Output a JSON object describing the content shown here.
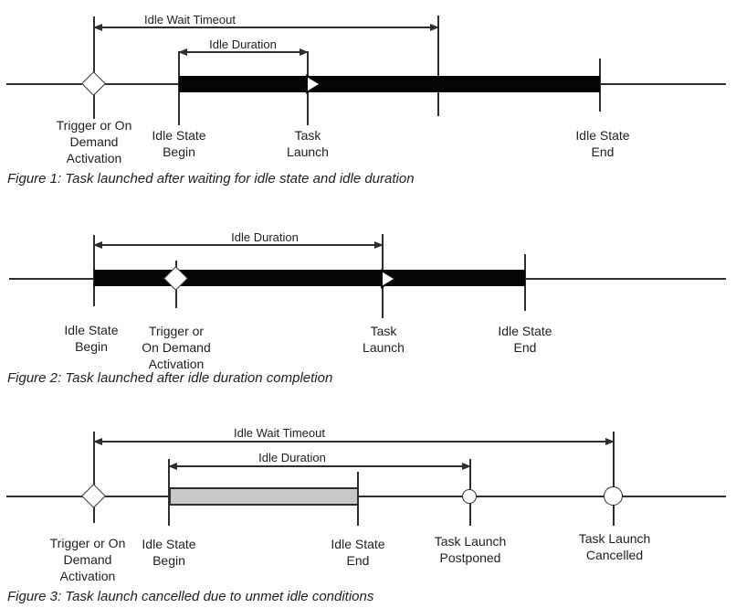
{
  "figures": [
    {
      "caption": "Figure 1: Task launched after waiting for idle state and idle duration",
      "span_labels": {
        "idle_wait_timeout": "Idle Wait Timeout",
        "idle_duration": "Idle Duration"
      },
      "node_labels": {
        "trigger": "Trigger or On\nDemand\nActivation",
        "idle_state_begin": "Idle State\nBegin",
        "task_launch": "Task\nLaunch",
        "idle_state_end": "Idle State\nEnd"
      }
    },
    {
      "caption": "Figure 2: Task launched after idle duration completion",
      "span_labels": {
        "idle_duration": "Idle Duration"
      },
      "node_labels": {
        "idle_state_begin": "Idle State\nBegin",
        "trigger": "Trigger or\nOn Demand\nActivation",
        "task_launch": "Task\nLaunch",
        "idle_state_end": "Idle State\nEnd"
      }
    },
    {
      "caption": "Figure 3: Task launch cancelled due to unmet idle conditions",
      "span_labels": {
        "idle_wait_timeout": "Idle Wait Timeout",
        "idle_duration": "Idle Duration"
      },
      "node_labels": {
        "trigger": "Trigger or On\nDemand\nActivation",
        "idle_state_begin": "Idle State\nBegin",
        "idle_state_end": "Idle State\nEnd",
        "task_launch_postponed": "Task Launch\nPostponed",
        "task_launch_cancelled": "Task Launch\nCancelled"
      }
    }
  ],
  "colors": {
    "line": "#2e2e2e",
    "idle_bar_met": "#060606",
    "idle_bar_unmet": "#c8c8c8",
    "marker_fill": "#ffffff",
    "background": "#ffffff"
  }
}
